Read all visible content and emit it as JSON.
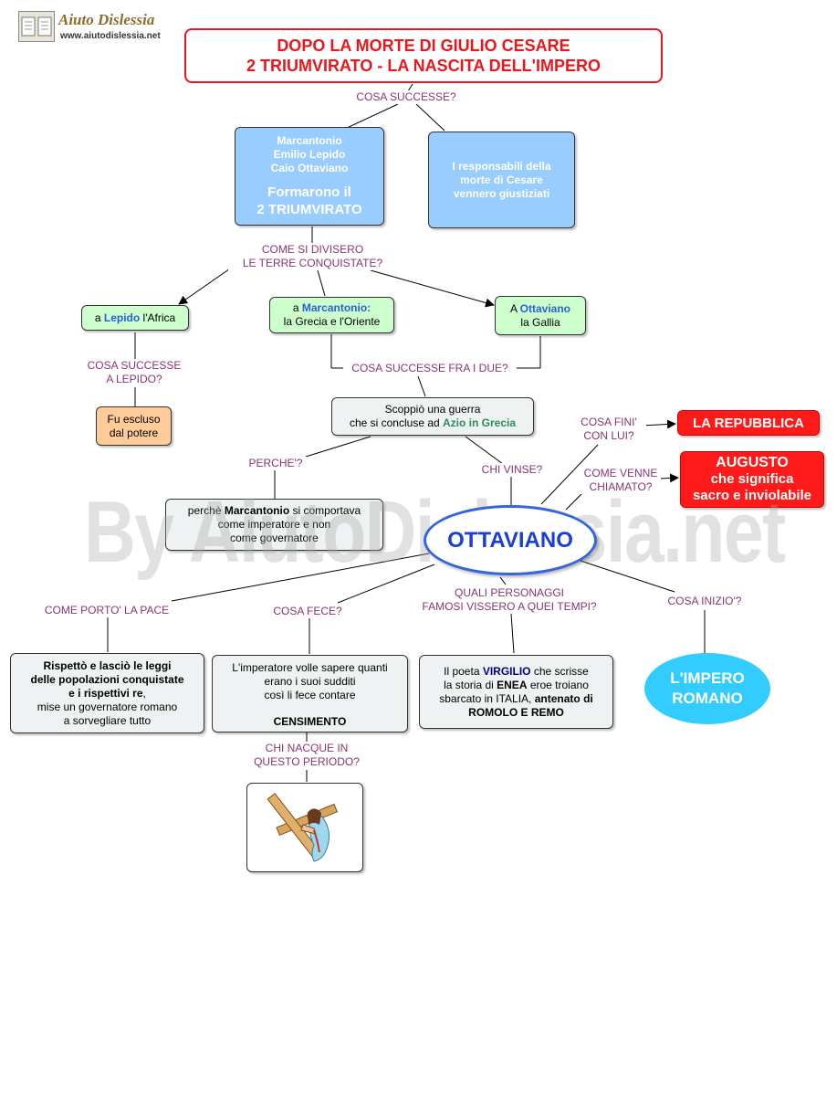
{
  "header": {
    "logo_name": "Aiuto Dislessia",
    "logo_url": "www.aiutodislessia.net",
    "title_line1": "DOPO LA MORTE DI GIULIO CESARE",
    "title_line2": "2 TRIUMVIRATO - LA NASCITA DELL'IMPERO"
  },
  "watermark": "By AiutoDislessia.net",
  "links": {
    "cosa_successe": "COSA SUCCESSE?",
    "come_si_divisero_1": "COME SI DIVISERO",
    "come_si_divisero_2": "LE TERRE CONQUISTATE?",
    "cosa_successe_lepido_1": "COSA SUCCESSE",
    "cosa_successe_lepido_2": "A LEPIDO?",
    "cosa_successe_fra_i_due": "COSA SUCCESSE FRA I DUE?",
    "perche": "PERCHE'?",
    "chi_vinse": "CHI VINSE?",
    "cosa_fini_1": "COSA FINI'",
    "cosa_fini_2": "CON LUI?",
    "come_venne_1": "COME VENNE",
    "come_venne_2": "CHIAMATO?",
    "come_porto": "COME PORTO' LA PACE",
    "cosa_fece": "COSA FECE?",
    "quali_personaggi_1": "QUALI PERSONAGGI",
    "quali_personaggi_2": "FAMOSI VISSERO A QUEI TEMPI?",
    "cosa_inizio": "COSA INIZIO'?",
    "chi_nacque_1": "CHI NACQUE IN",
    "chi_nacque_2": "QUESTO PERIODO?"
  },
  "nodes": {
    "triumviri": {
      "name1": "Marcantonio",
      "name2": "Emilio Lepido",
      "name3": "Caio Ottaviano",
      "line4": "Formarono il",
      "line5": "2 TRIUMVIRATO"
    },
    "responsabili": {
      "line1": "I responsabili della",
      "line2": "morte di Cesare",
      "line3": "vennero giustiziati"
    },
    "lepido": {
      "pre": "a ",
      "name": "Lepido",
      "post": " l'Africa"
    },
    "marcantonio": {
      "pre": "a ",
      "name": "Marcantonio:",
      "line2": "la Grecia e l'Oriente"
    },
    "ottaviano_gallia": {
      "pre": "A ",
      "name": "Ottaviano",
      "line2": "la Gallia"
    },
    "escluso": {
      "line1": "Fu escluso",
      "line2": "dal potere"
    },
    "guerra": {
      "line1": "Scoppiò una guerra",
      "line2_pre": "che si concluse ad ",
      "line2_em": "Azio in Grecia"
    },
    "repubblica": "LA REPUBBLICA",
    "augusto": {
      "line1": "AUGUSTO",
      "line2": "che significa",
      "line3": "sacro e inviolabile"
    },
    "perche": {
      "pre": "perchè ",
      "em": "Marcantonio",
      "post": " si comportava",
      "line2": "come imperatore e non",
      "line3": "come governatore"
    },
    "ottaviano": "OTTAVIANO",
    "pace": {
      "line1": "Rispettò e lasciò le leggi",
      "line2": "delle popolazioni conquistate",
      "line3_b": "e i rispettivi re",
      "line3_p": ",",
      "line4": "mise un governatore romano",
      "line5": "a sorvegliare tutto"
    },
    "censimento": {
      "line1": "L'imperatore volle sapere quanti",
      "line2": "erano i suoi sudditi",
      "line3": "così li fece contare",
      "line4": "CENSIMENTO"
    },
    "virgilio": {
      "l1_pre": "Il poeta ",
      "l1_em": "VIRGILIO",
      "l1_post": " che scrisse",
      "l2_pre": "la storia di ",
      "l2_em": "ENEA",
      "l2_post": " eroe troiano",
      "l3_pre": "sbarcato in ITALIA, ",
      "l3_em": "antenato di",
      "l4": "ROMOLO E REMO"
    },
    "impero": {
      "line1": "L'IMPERO",
      "line2": "ROMANO"
    }
  },
  "picture": "jesus-with-cross-icon",
  "colors": {
    "title_red": "#e8161d",
    "link_text": "#8a3570",
    "blue_box": "#99ccff",
    "green_box": "#ccffcc",
    "orange_box": "#ffcc99",
    "red_box": "#ff1a1a",
    "ellipse_border": "#3366dd",
    "ellipse_text": "#1a3fd9",
    "impero_fill": "#33ccff"
  }
}
